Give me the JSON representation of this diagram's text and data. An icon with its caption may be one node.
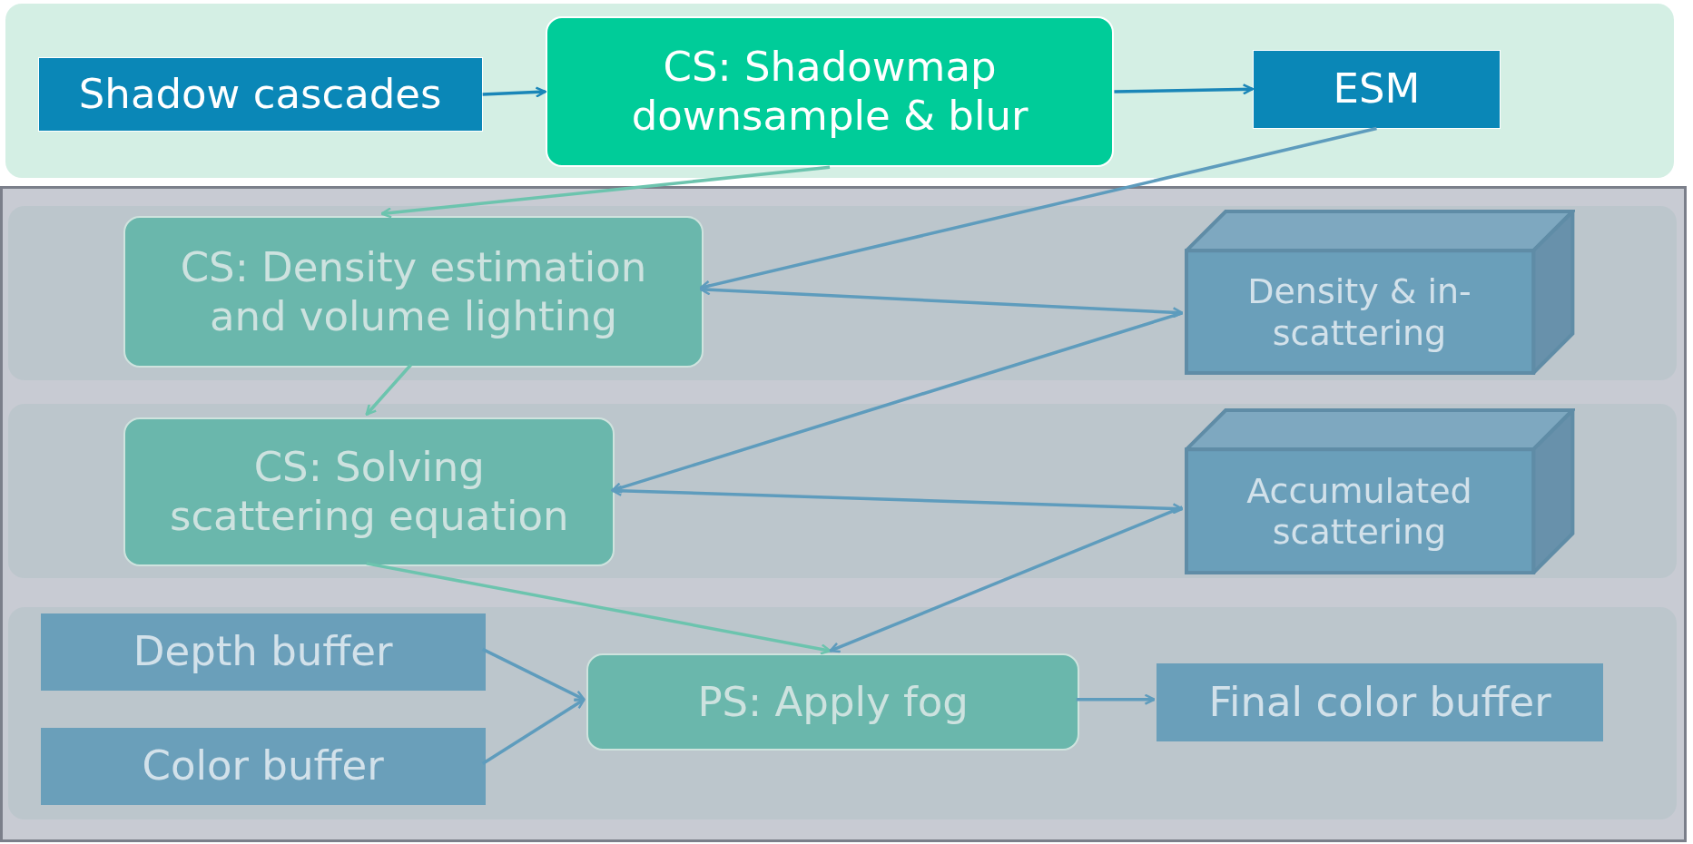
{
  "diagram": {
    "nodes": [
      {
        "text": [],
        "shape": "box"
      },
      {
        "text": [
          "Shadow cascades"
        ],
        "in": 0
      },
      {
        "text": [
          "CS: Shadowmap downsample & blur"
        ],
        "in": 0
      },
      {
        "text": [
          "ESM"
        ],
        "in": 0
      },
      {
        "text": [],
        "shape": "box"
      },
      {
        "text": [],
        "shape": "box",
        "in": 4
      },
      {
        "text": [
          "CS: Density estimation and volume lighting"
        ],
        "in": 5
      },
      {
        "text": [
          "Density & in-scattering"
        ],
        "in": 5
      },
      {
        "text": [],
        "shape": "box",
        "in": 4
      },
      {
        "text": [
          "CS: Solving scattering equation"
        ],
        "in": 8
      },
      {
        "text": [
          "Accumulated scattering"
        ],
        "in": 8
      },
      {
        "text": [],
        "shape": "box",
        "in": 4
      },
      {
        "text": [
          "Depth buffer"
        ],
        "in": 11
      },
      {
        "text": [
          "Color buffer"
        ],
        "in": 11
      },
      {
        "text": [
          "PS: Apply fog"
        ],
        "in": 11
      },
      {
        "text": [
          "Final color buffer"
        ],
        "in": 11
      }
    ],
    "edges": [
      {
        "from": 1,
        "to": 2,
        "arrow": "to",
        "color": "#1a86b8"
      },
      {
        "from": 2,
        "to": 3,
        "arrow": "to",
        "color": "#1a86b8"
      },
      {
        "from": 2,
        "to": 6,
        "arrow": "to",
        "color": "#6cc4ae"
      },
      {
        "from": 3,
        "to": 6,
        "arrow": "to"
      },
      {
        "from": 6,
        "to": 7,
        "arrow": "both"
      },
      {
        "from": 7,
        "to": 9,
        "arrow": "to"
      },
      {
        "from": 9,
        "to": 10,
        "arrow": "both"
      },
      {
        "from": 6,
        "to": 9,
        "arrow": "to",
        "color": "#6cc4ae"
      },
      {
        "from": 9,
        "to": 14,
        "arrow": "to",
        "color": "#6cc4ae"
      },
      {
        "from": 10,
        "to": 14,
        "arrow": "to"
      },
      {
        "from": 12,
        "to": 14,
        "arrow": "to"
      },
      {
        "from": 13,
        "to": 14,
        "arrow": "to"
      },
      {
        "from": 14,
        "to": 15,
        "arrow": "to"
      }
    ]
  }
}
